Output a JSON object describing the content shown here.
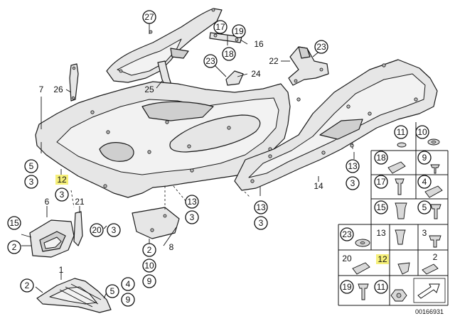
{
  "diagram": {
    "document_number": "00166931",
    "callouts": {
      "c27": "27",
      "c17": "17",
      "c19": "19",
      "c16": "16",
      "c18": "18",
      "c23a": "23",
      "c22": "22",
      "c24": "24",
      "c23b": "23",
      "c7": "7",
      "c26": "26",
      "c25": "25",
      "c5a": "5",
      "c3a": "3",
      "c12a": "12",
      "c3b": "3",
      "c11a": "11",
      "c10a": "10",
      "c13a": "13",
      "c3c": "3",
      "c14": "14",
      "c13b": "13",
      "c3d": "3",
      "c13c": "13",
      "c3e": "3",
      "c6": "6",
      "c21": "21",
      "c15": "15",
      "c20a": "20",
      "c3f": "3",
      "c2a": "2",
      "c8": "8",
      "c2b": "2",
      "c10b": "10",
      "c9a": "9",
      "c1": "1",
      "c2c": "2",
      "c5b": "5",
      "c4": "4",
      "c9b": "9"
    },
    "legend": {
      "r1a": "11",
      "r1b": "10",
      "r2a": "18",
      "r2b": "9",
      "r3a": "17",
      "r3b": "4",
      "r4a": "15",
      "r4b": "5",
      "r5a": "23",
      "r5b": "13",
      "r5c": "3",
      "r6a": "20",
      "r6b": "12",
      "r6c": "2",
      "r7a": "19",
      "r7b": "11"
    }
  }
}
